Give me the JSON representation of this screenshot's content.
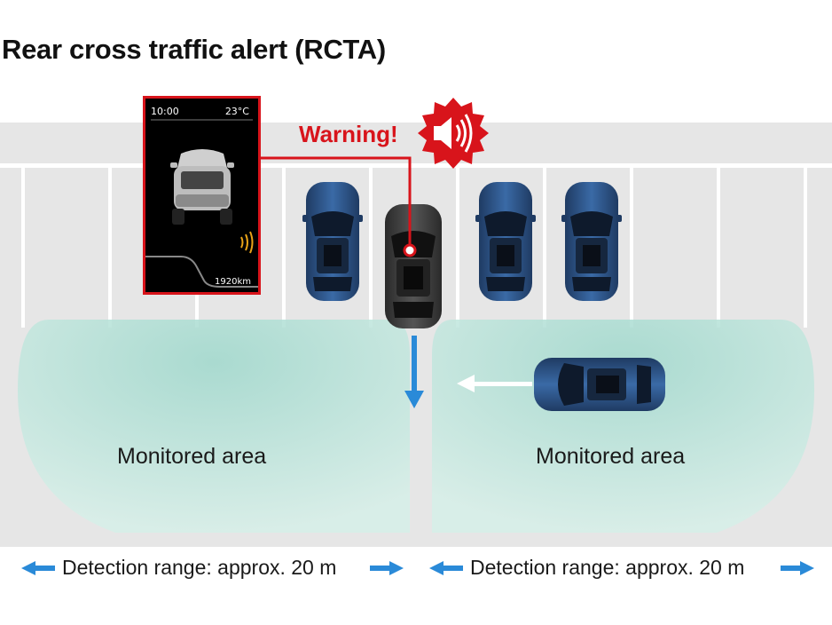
{
  "title": "Rear cross traffic alert (RCTA)",
  "warning": "Warning!",
  "display": {
    "time": "10:00",
    "temperature": "23°C",
    "odometer": "1920km"
  },
  "areas": {
    "left": "Monitored area",
    "right": "Monitored area"
  },
  "ranges": {
    "left": "Detection range: approx. 20 m",
    "right": "Detection range: approx. 20 m"
  },
  "colors": {
    "warning_red": "#d8141b",
    "arrow_blue": "#2a8ad8",
    "monitored_green": "#bfe6da",
    "car_blue": "#2b4f80",
    "car_dark": "#3a3a3a"
  }
}
